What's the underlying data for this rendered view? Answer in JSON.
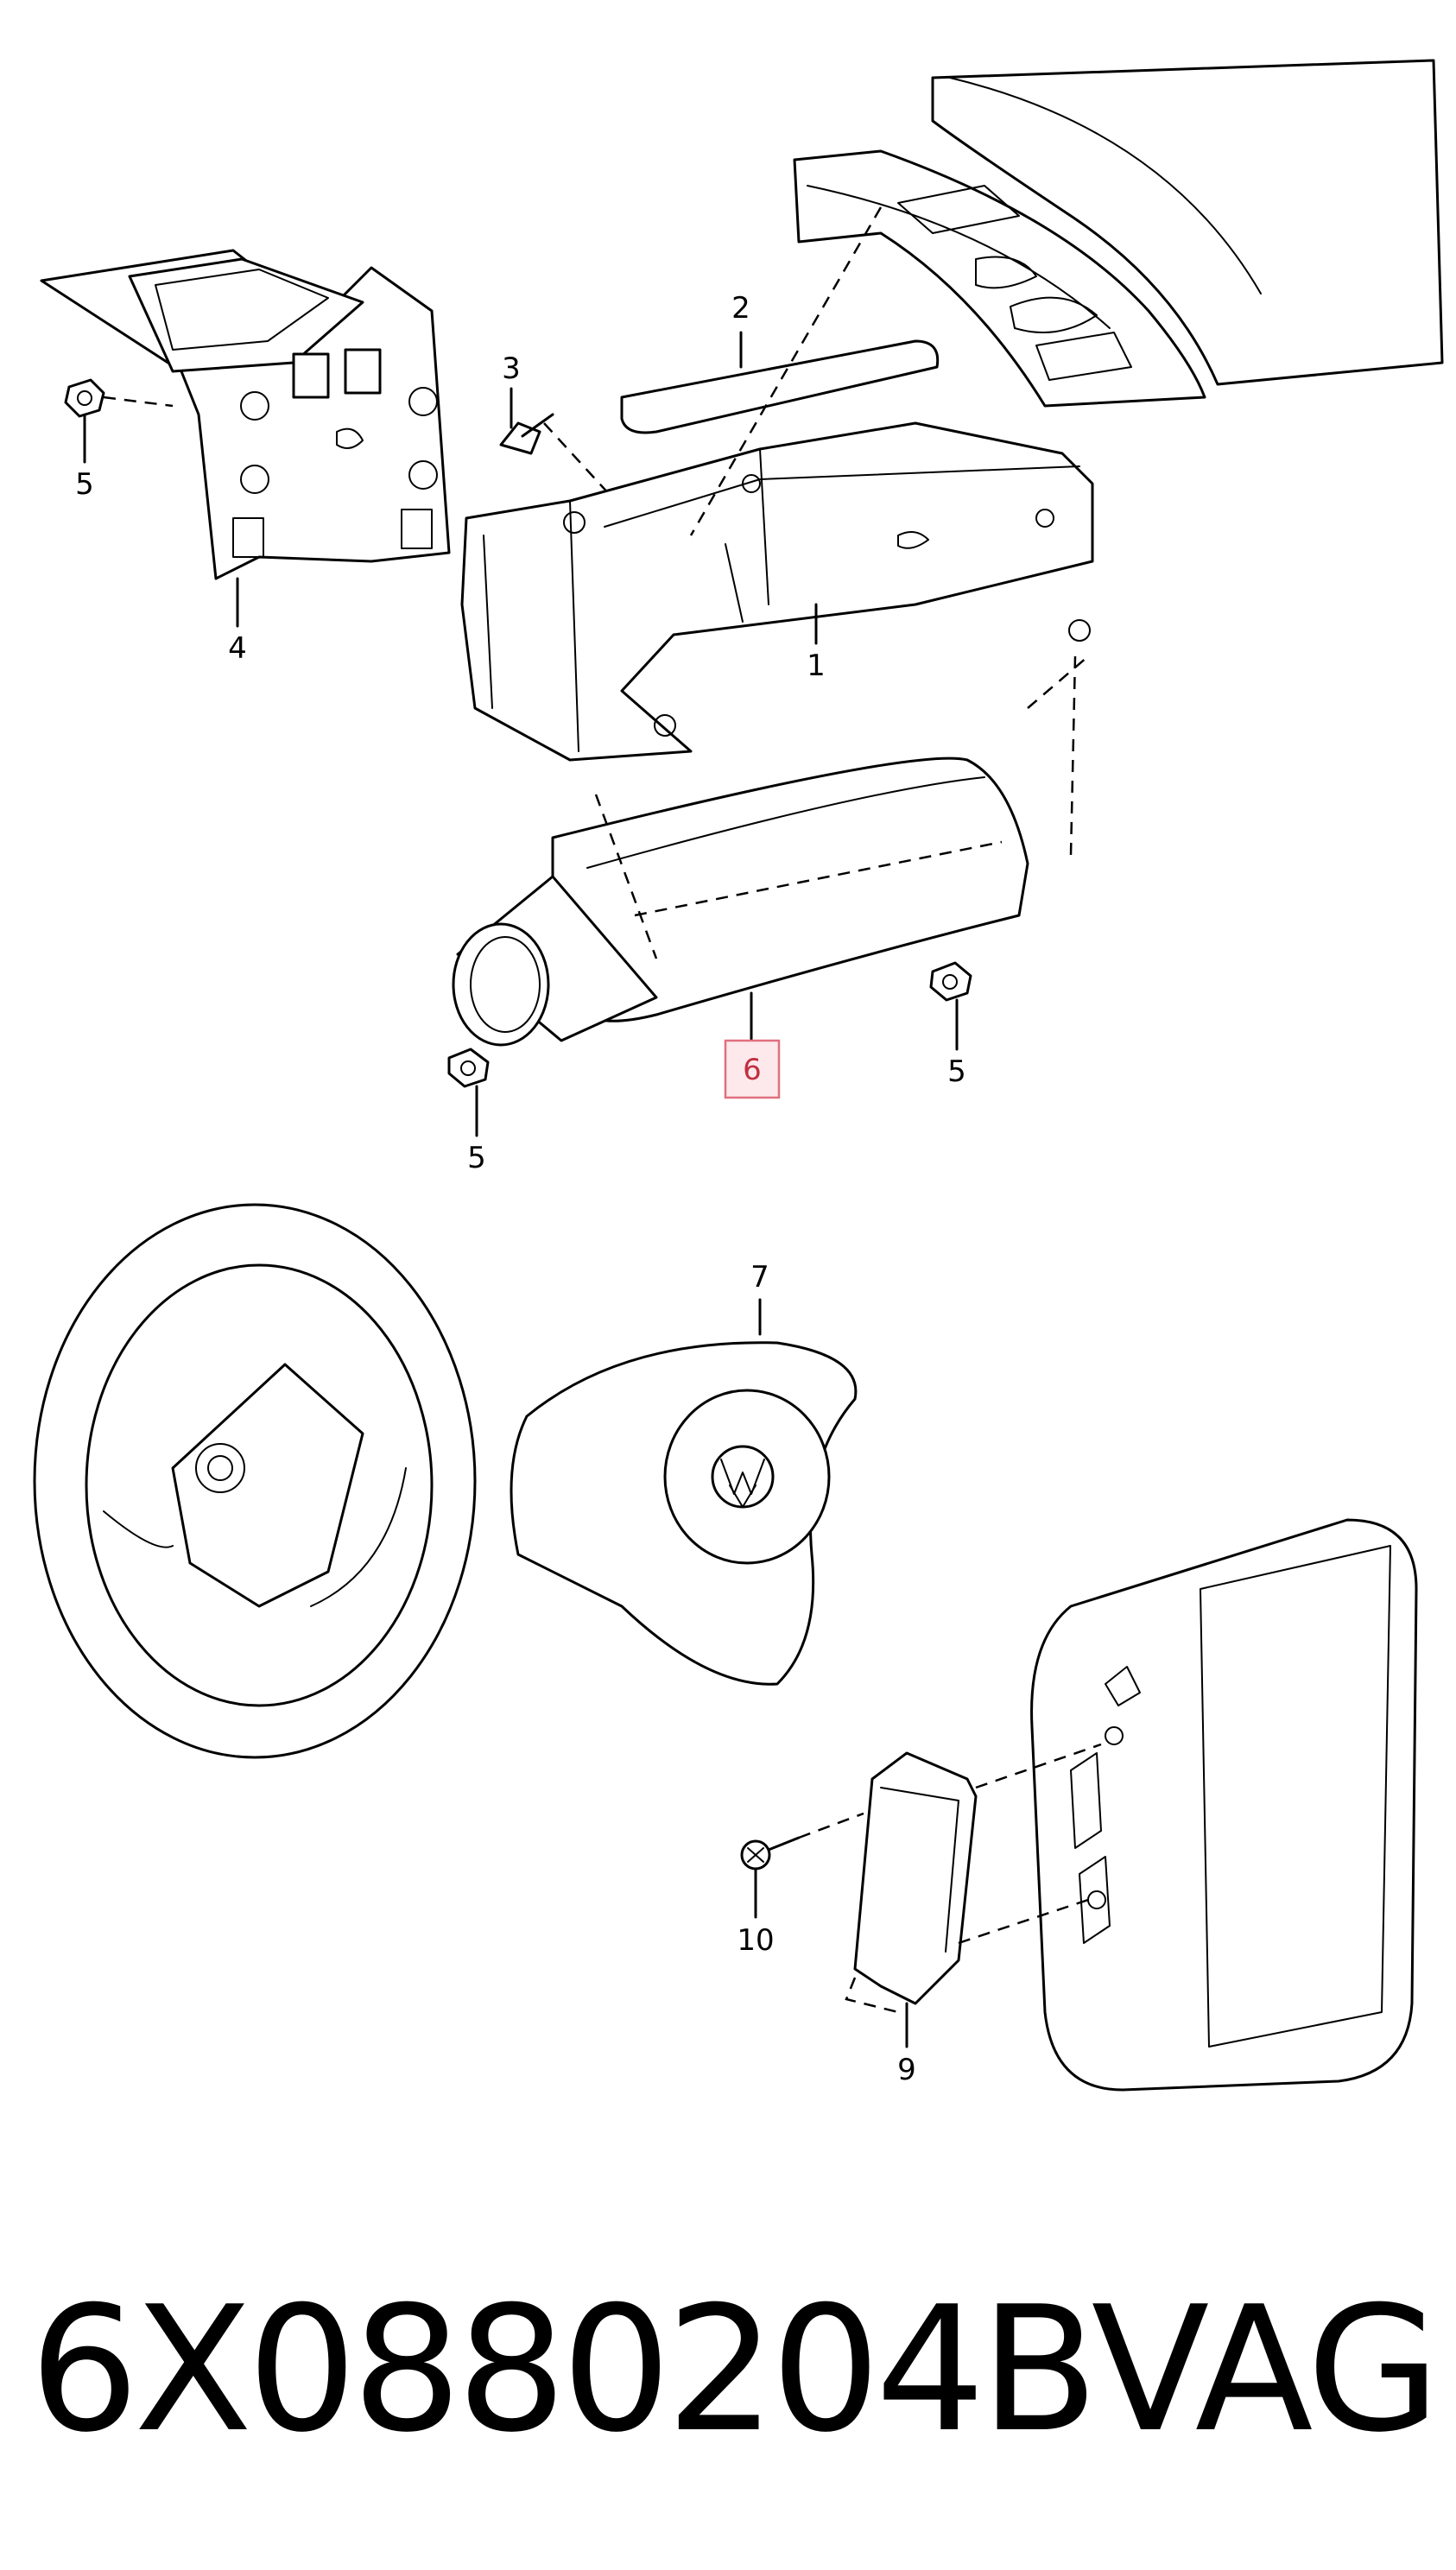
{
  "callouts": {
    "c1": "1",
    "c2": "2",
    "c3": "3",
    "c4": "4",
    "c5a": "5",
    "c5b": "5",
    "c5c": "5",
    "c6": "6",
    "c7": "7",
    "c9": "9",
    "c10": "10"
  },
  "highlighted_callout": "6",
  "colors": {
    "highlight_fill": "#fde8ec",
    "highlight_stroke": "#e0707e",
    "highlight_text": "#c0303f"
  },
  "footer": {
    "part_number": "6X0880204B",
    "brand": "VAG"
  }
}
